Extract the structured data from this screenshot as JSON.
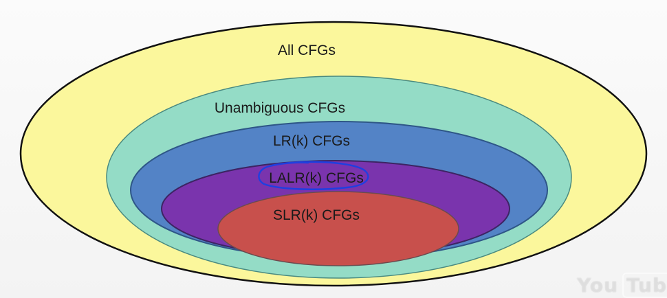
{
  "diagram": {
    "type": "nested-sets",
    "sets": [
      {
        "label": "All CFGs",
        "color": "#fbf79c"
      },
      {
        "label": "Unambiguous CFGs",
        "color": "#94dcc6"
      },
      {
        "label": "LR(k) CFGs",
        "color": "#5383c6"
      },
      {
        "label": "LALR(k) CFGs",
        "color": "#7a34ad"
      },
      {
        "label": "SLR(k) CFGs",
        "color": "#c8504c"
      }
    ],
    "annotation": {
      "color": "#1f3fe0",
      "target": "LALR(k) CFGs"
    }
  },
  "watermark": {
    "part1": "You",
    "part2": "Tub"
  }
}
